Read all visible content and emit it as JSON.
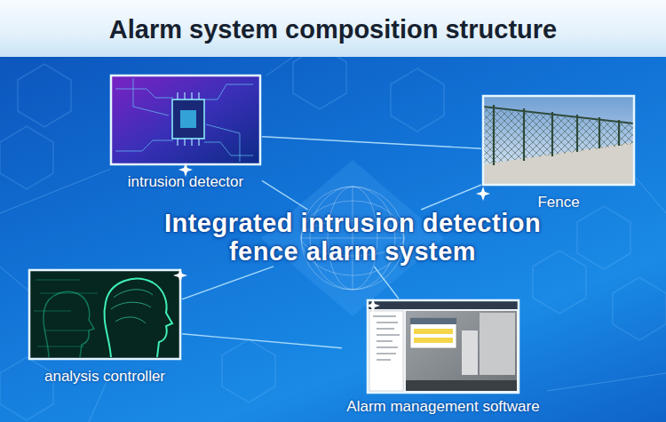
{
  "diagram": {
    "title": "Alarm system composition structure",
    "nodes": [
      {
        "text": [
          "intrusion detector"
        ]
      },
      {
        "text": [
          "Fence"
        ]
      },
      {
        "text": [
          "Integrated intrusion detection fence alarm system"
        ]
      },
      {
        "text": [
          "analysis controller"
        ]
      },
      {
        "text": [
          "Alarm management software"
        ]
      }
    ],
    "edges": [
      {
        "from": 0,
        "to": 1,
        "arrow": "none"
      },
      {
        "from": 0,
        "to": 2,
        "arrow": "none"
      },
      {
        "from": 1,
        "to": 2,
        "arrow": "none"
      },
      {
        "from": 3,
        "to": 2,
        "arrow": "none"
      },
      {
        "from": 2,
        "to": 4,
        "arrow": "none"
      },
      {
        "from": 3,
        "to": 4,
        "arrow": "none"
      }
    ]
  }
}
